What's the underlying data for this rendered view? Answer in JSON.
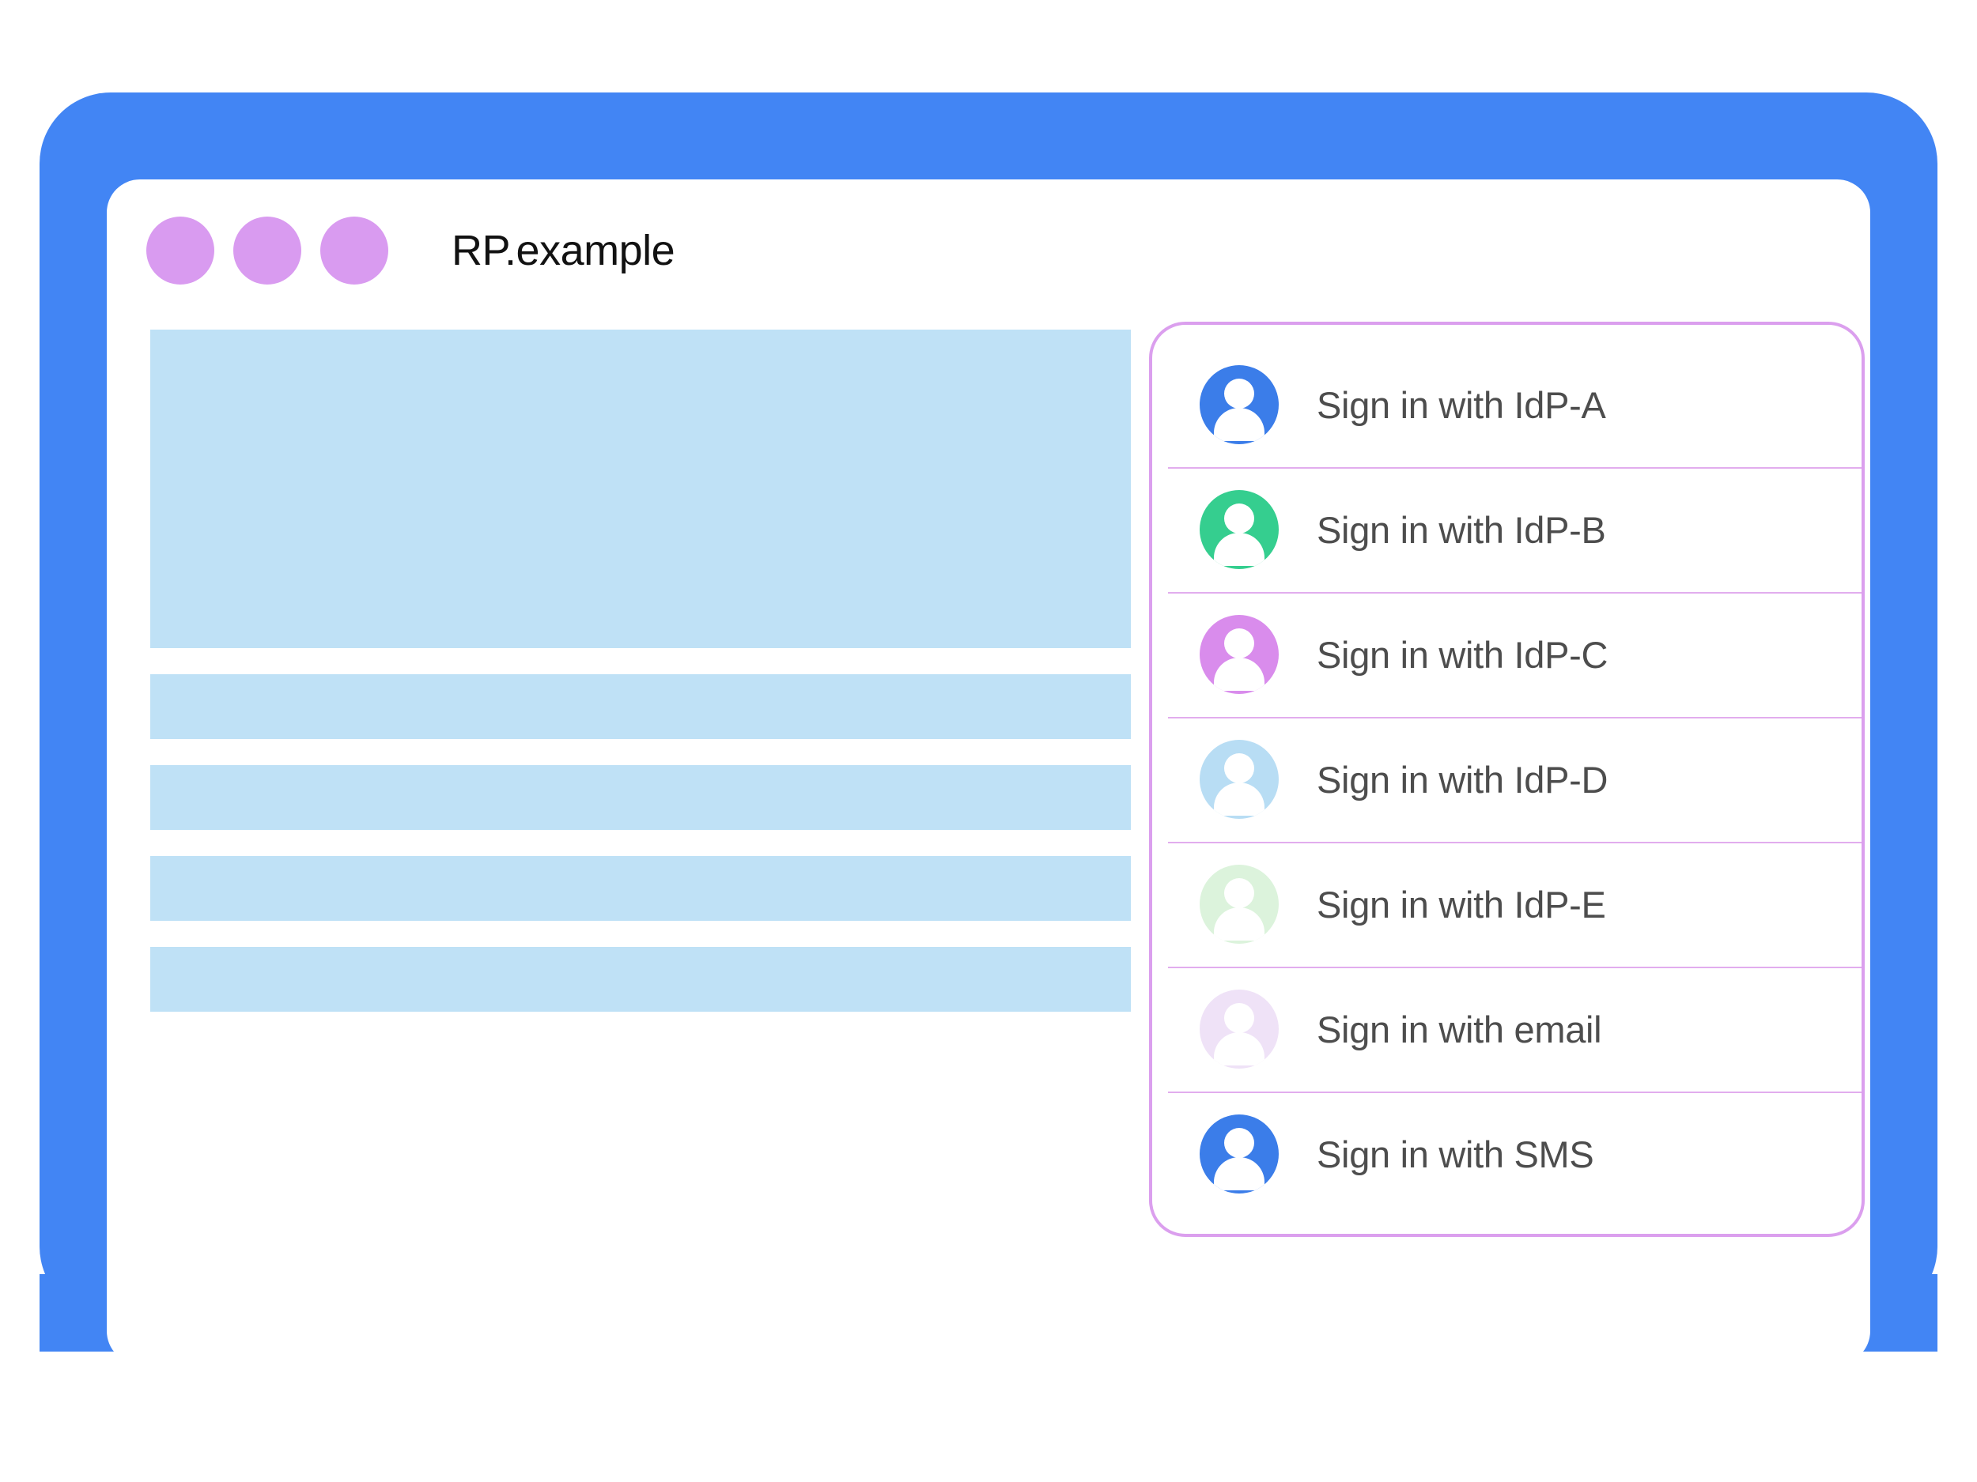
{
  "window": {
    "title": "RP.example",
    "dots": [
      "window-dot-1",
      "window-dot-2",
      "window-dot-3"
    ],
    "dot_color": "#D99BF0",
    "bezel_color": "#4285F4"
  },
  "content": {
    "placeholder_color": "#BFE1F6",
    "blocks": [
      {
        "name": "hero-placeholder",
        "kind": "hero"
      },
      {
        "name": "text-line-placeholder-1",
        "kind": "line"
      },
      {
        "name": "text-line-placeholder-2",
        "kind": "line"
      },
      {
        "name": "text-line-placeholder-3",
        "kind": "line"
      },
      {
        "name": "text-line-placeholder-4",
        "kind": "line"
      }
    ]
  },
  "signin_panel": {
    "border_color": "#DB9FEE",
    "divider_color": "#E2ADEE",
    "label_color": "#4D4D4D",
    "items": [
      {
        "label": "Sign in with IdP-A",
        "icon": "account-avatar-icon",
        "avatar_color": "#3B7DE9"
      },
      {
        "label": "Sign in with IdP-B",
        "icon": "account-avatar-icon",
        "avatar_color": "#35CE8F"
      },
      {
        "label": "Sign in with IdP-C",
        "icon": "account-avatar-icon",
        "avatar_color": "#D98CEC"
      },
      {
        "label": "Sign in with IdP-D",
        "icon": "account-avatar-icon",
        "avatar_color": "#B8DDF4"
      },
      {
        "label": "Sign in with IdP-E",
        "icon": "account-avatar-icon",
        "avatar_color": "#DCF3DC"
      },
      {
        "label": "Sign in with email",
        "icon": "account-avatar-icon",
        "avatar_color": "#EFE2F7"
      },
      {
        "label": "Sign in with SMS",
        "icon": "account-avatar-icon",
        "avatar_color": "#3B7DE9"
      }
    ]
  }
}
